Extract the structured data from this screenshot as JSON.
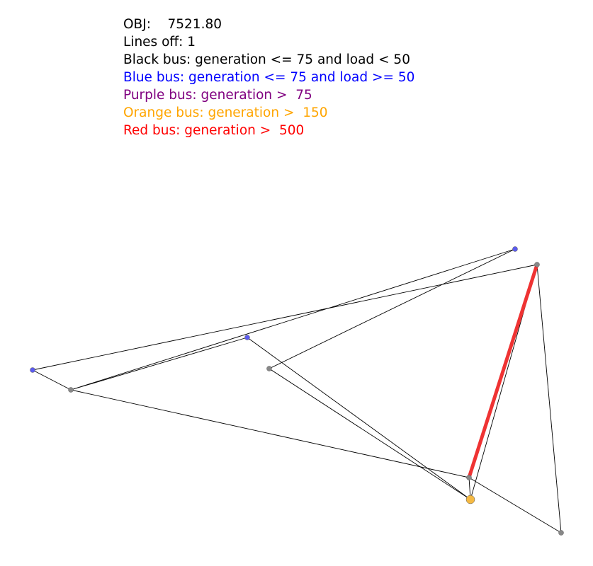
{
  "legend": {
    "obj_label": "OBJ:",
    "obj_value": "7521.80",
    "lines_off_label": "Lines off:",
    "lines_off_value": "1",
    "entries": [
      {
        "text": "Black bus: generation <= 75 and load < 50",
        "color": "#000000"
      },
      {
        "text": "Blue bus: generation <= 75 and load >= 50",
        "color": "#0000ff"
      },
      {
        "text": "Purple bus: generation >  75",
        "color": "#800080"
      },
      {
        "text": "Orange bus: generation >  150",
        "color": "#ffa500"
      },
      {
        "text": "Red bus: generation >  500",
        "color": "#ff0000"
      }
    ]
  },
  "network": {
    "buses": [
      {
        "id": "b1",
        "type": "blue"
      },
      {
        "id": "b2",
        "type": "blue"
      },
      {
        "id": "b3",
        "type": "blue"
      },
      {
        "id": "b4",
        "type": "black"
      },
      {
        "id": "b5",
        "type": "black"
      },
      {
        "id": "b6",
        "type": "black"
      },
      {
        "id": "b7",
        "type": "black"
      },
      {
        "id": "b8",
        "type": "black"
      },
      {
        "id": "b9",
        "type": "orange"
      }
    ],
    "lines": [
      {
        "from": "b1",
        "to": "b7",
        "status": "on"
      },
      {
        "from": "b4",
        "to": "b3",
        "status": "on"
      },
      {
        "from": "b4",
        "to": "b2",
        "status": "on"
      },
      {
        "from": "b4",
        "to": "b1",
        "status": "on"
      },
      {
        "from": "b5",
        "to": "b9",
        "status": "on"
      },
      {
        "from": "b3",
        "to": "b5",
        "status": "on"
      },
      {
        "from": "b2",
        "to": "b9",
        "status": "on"
      },
      {
        "from": "b4",
        "to": "b8",
        "status": "on"
      },
      {
        "from": "b8",
        "to": "b9",
        "status": "on"
      },
      {
        "from": "b8",
        "to": "b6",
        "status": "on"
      },
      {
        "from": "b6",
        "to": "b7",
        "status": "on"
      },
      {
        "from": "b7",
        "to": "b9",
        "status": "on"
      },
      {
        "from": "b8",
        "to": "b7",
        "status": "off"
      }
    ],
    "colors": {
      "blue": "#5b5bf0",
      "black": "#888888",
      "orange": "#f5b942",
      "line": "#000000",
      "line_off": "#ef3333"
    }
  }
}
